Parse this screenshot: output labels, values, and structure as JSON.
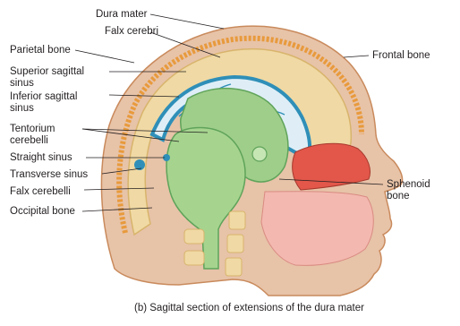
{
  "labels": {
    "dura_mater": "Dura mater",
    "falx_cerebri": "Falx cerebri",
    "parietal_bone": "Parietal bone",
    "superior_sagittal_sinus_1": "Superior sagittal",
    "superior_sagittal_sinus_2": "sinus",
    "inferior_sagittal_sinus_1": "Inferior sagittal",
    "inferior_sagittal_sinus_2": "sinus",
    "tentorium_cerebelli_1": "Tentorium",
    "tentorium_cerebelli_2": "cerebelli",
    "straight_sinus": "Straight sinus",
    "transverse_sinus": "Transverse sinus",
    "falx_cerebelli": "Falx cerebelli",
    "occipital_bone": "Occipital bone",
    "frontal_bone": "Frontal bone",
    "sphenoid_bone_1": "Sphenoid",
    "sphenoid_bone_2": "bone"
  },
  "caption": "(b) Sagittal section of extensions of the dura mater",
  "colors": {
    "scalp": "#e7c3a8",
    "scalp_edge": "#c98a5c",
    "periosteum_orange": "#e89a3c",
    "bone": "#f0d9a4",
    "bone_dark": "#d8b46c",
    "dura": "#8fc9e0",
    "sinus_blue": "#2f8fb8",
    "brain_green": "#9fce8a",
    "brain_dark": "#5fa35a",
    "nasal_red": "#e2574a",
    "mouth_pink": "#f3b9b0"
  }
}
